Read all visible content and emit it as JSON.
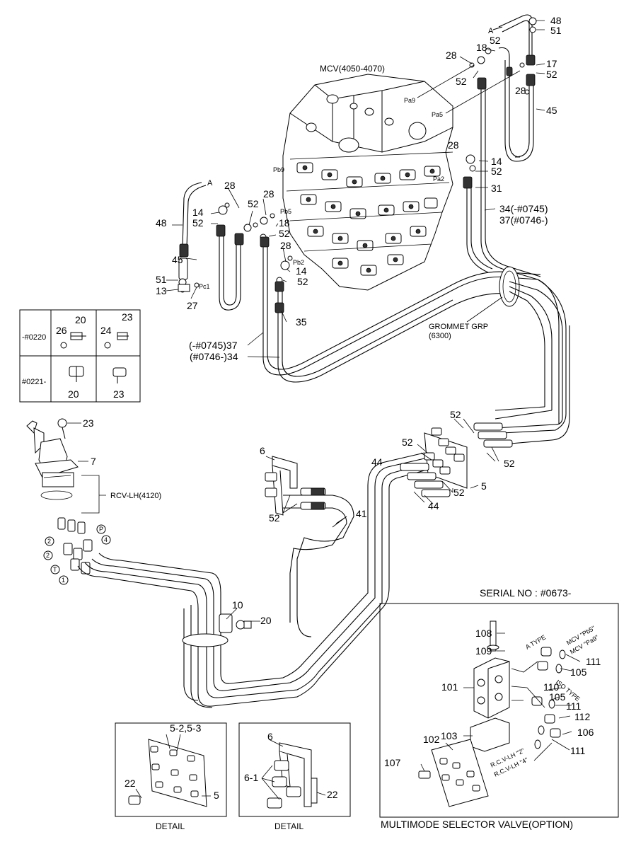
{
  "callouts": {
    "c48_top": "48",
    "c51_top": "51",
    "c52_a": "52",
    "c18_a": "18",
    "c28_a": "28",
    "c17": "17",
    "c52_b": "52",
    "c52_c": "52",
    "c28_b": "28",
    "c45_a": "45",
    "c28_c": "28",
    "c14_a": "14",
    "c52_d": "52",
    "c31": "31",
    "c34_37_a": "34(-#0745)",
    "c34_37_b": "37(#0746-)",
    "c28_d": "28",
    "c28_e": "28",
    "c48_left": "48",
    "c14_b": "14",
    "c52_e": "52",
    "c52_f": "52",
    "c18_b": "18",
    "c52_g": "52",
    "c28_f": "28",
    "c14_c": "14",
    "c52_h": "52",
    "c45_b": "45",
    "c51_left": "51",
    "c13": "13",
    "c27": "27",
    "c35": "35",
    "c37_34_a": "(-#0745)37",
    "c37_34_b": "(#0746-)34",
    "c23_top": "23",
    "c7": "7",
    "c6": "6",
    "c52_i": "52",
    "c41": "41",
    "c52_j": "52",
    "c52_k": "52",
    "c44_a": "44",
    "c52_l": "52",
    "c5": "5",
    "c52_m": "52",
    "c44_b": "44",
    "c10": "10",
    "c20_clamp": "20",
    "c108": "108",
    "c109": "109",
    "c111_a": "111",
    "c105_a": "105",
    "c101": "101",
    "c110": "110",
    "c105_b": "105",
    "c111_b": "111",
    "c112": "112",
    "c106": "106",
    "c111_c": "111",
    "c102": "102",
    "c103": "103",
    "c107": "107",
    "d1_label": "5-2,5-3",
    "d1_22": "22",
    "d1_5": "5",
    "d2_6": "6",
    "d2_61": "6-1",
    "d2_22": "22",
    "port_2a": "2",
    "port_2b": "2",
    "port_T": "T",
    "port_1": "1",
    "port_P": "P",
    "port_4": "4",
    "tbl_20a": "20",
    "tbl_23a": "23",
    "tbl_26": "26",
    "tbl_24": "24",
    "tbl_20b": "20",
    "tbl_23b": "23"
  },
  "labels": {
    "mcv": "MCV(4050-4070)",
    "grommet_1": "GROMMET GRP",
    "grommet_2": "(6300)",
    "rcv": "RCV-LH(4120)",
    "arrow_a_top": "A",
    "arrow_a_left": "A",
    "port_pa9": "Pa9",
    "port_pa5": "Pa5",
    "port_pb9": "Pb9",
    "port_pb5": "Pb5",
    "port_pa2": "Pa2",
    "port_pb2": "Pb2",
    "port_pc1": "Pc1"
  },
  "serial_table": {
    "row1_label": "-#0220",
    "row2_label": "#0221-"
  },
  "multimode": {
    "serial": "SERIAL NO : #0673-",
    "title": "MULTIMODE SELECTOR VALVE(OPTION)",
    "a_type": "A TYPE",
    "iso_type": "ISO TYPE",
    "mcv_pb5": "MCV \"Pb5\"",
    "mcv_pa9": "MCV \"Pa9\"",
    "rcv_2": "R.C.V-LH \"2\"",
    "rcv_4": "R.C.V-LH \"4\""
  },
  "details": {
    "detail_1": "DETAIL",
    "detail_2": "DETAIL"
  }
}
